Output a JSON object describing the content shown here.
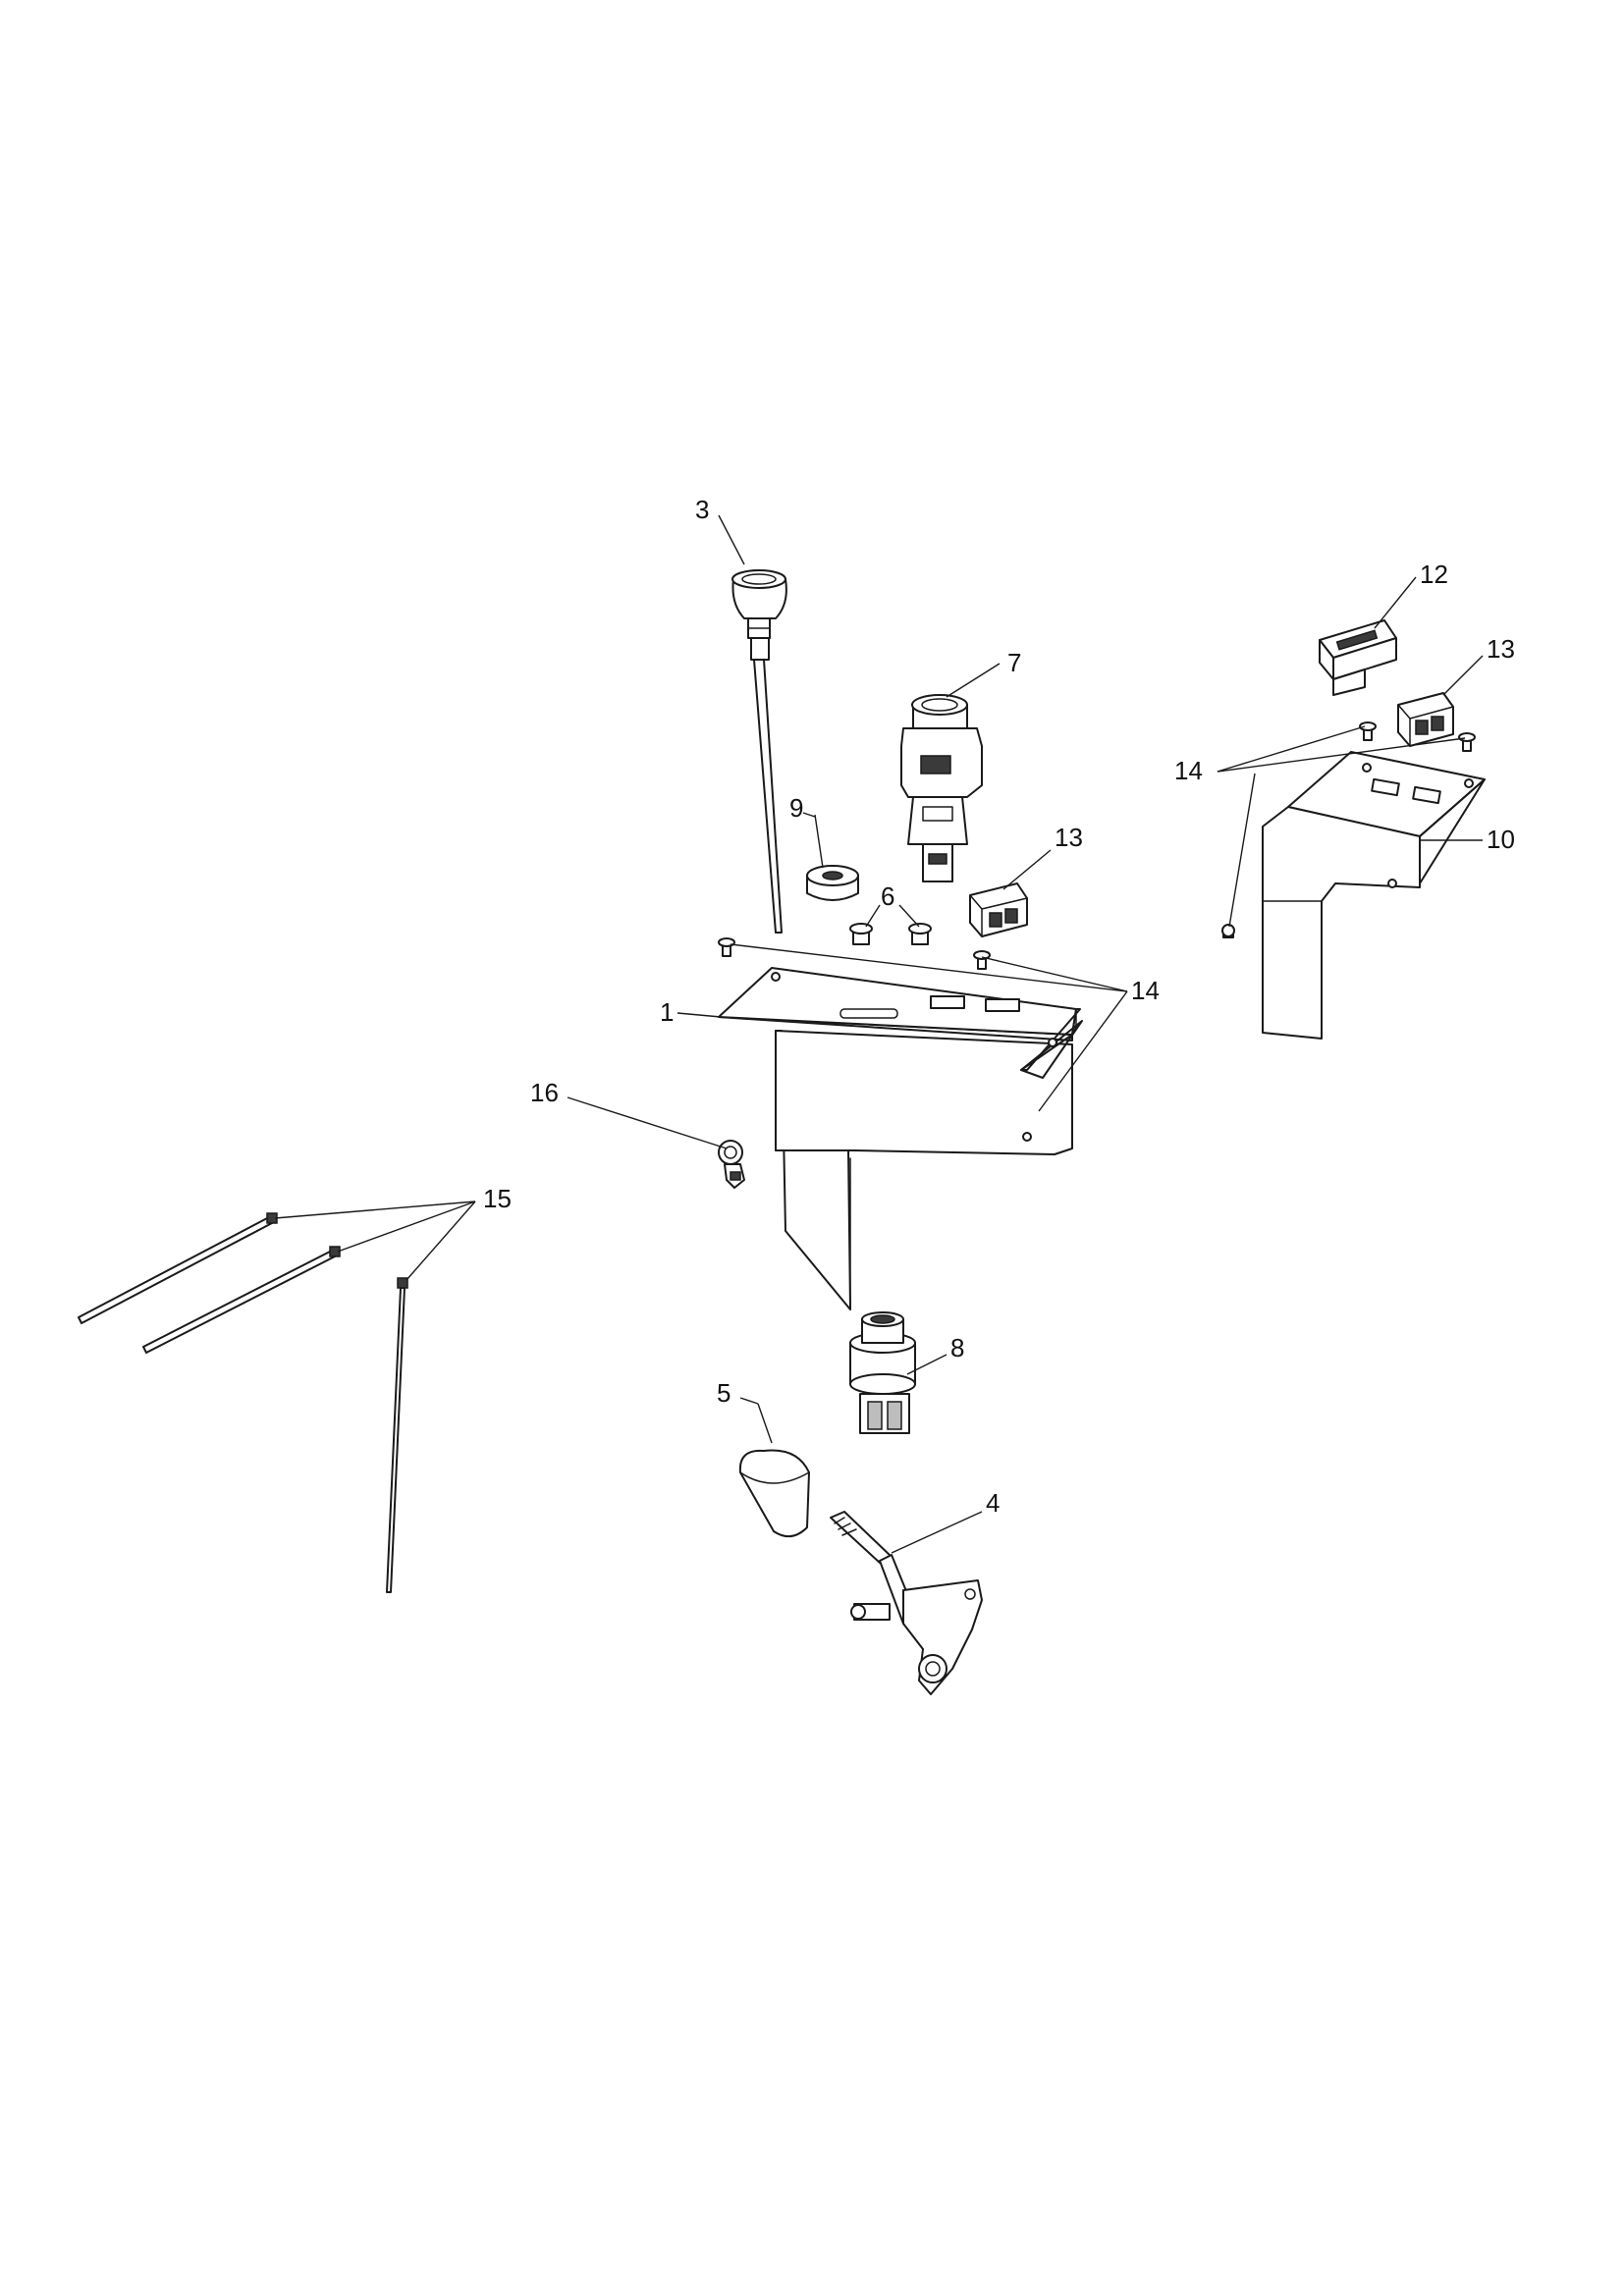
{
  "callouts": {
    "c1": "1",
    "c3": "3",
    "c4": "4",
    "c5": "5",
    "c6": "6",
    "c7": "7",
    "c8": "8",
    "c9": "9",
    "c10": "10",
    "c12": "12",
    "c13a": "13",
    "c13b": "13",
    "c14a": "14",
    "c14b": "14",
    "c15": "15",
    "c16": "16"
  }
}
